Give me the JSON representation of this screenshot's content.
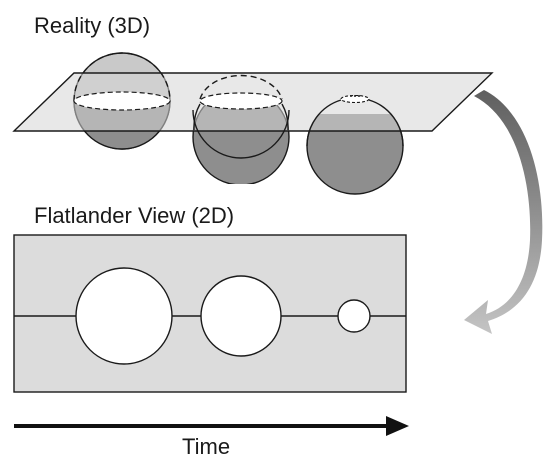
{
  "labels": {
    "top_title": "Reality (3D)",
    "middle_title": "Flatlander View (2D)",
    "axis_label": "Time"
  },
  "colors": {
    "plane_fill": "#d6d6d6",
    "sphere_light": "#d0d0d0",
    "sphere_dark": "#8e8e8e",
    "flatland_fill": "#dcdcdc",
    "cross_section": "#ffffff",
    "curved_arrow_dark": "#6f6f6f",
    "curved_arrow_light": "#b8b8b8",
    "stroke": "#1a1a1a"
  }
}
